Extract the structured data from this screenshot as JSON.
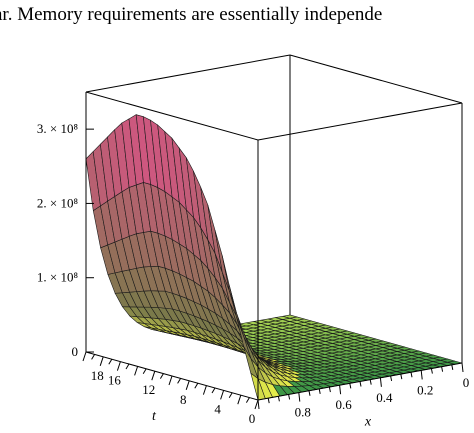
{
  "caption": {
    "text": "ar. Memory requirements are essentially independe"
  },
  "chart_data": {
    "type": "surface3d",
    "title": "",
    "axes": {
      "t": {
        "label": "t",
        "range": [
          0,
          20
        ],
        "ticks": [
          "18",
          "16",
          "12",
          "8",
          "4",
          "0"
        ]
      },
      "x": {
        "label": "x",
        "range": [
          0,
          1
        ],
        "ticks": [
          "0.8",
          "0.6",
          "0.4",
          "0.2",
          "0"
        ]
      },
      "z": {
        "label": "",
        "range": [
          0,
          350000000
        ],
        "ticks": [
          "0",
          "1. × 10⁸",
          "2. × 10⁸",
          "3. × 10⁸"
        ]
      }
    },
    "surface": {
      "description_values": {
        "peak_value": 340000000,
        "peak_at_t": 14,
        "value_at_t20": 260000000,
        "value_at_t0": 0
      },
      "t_samples": [
        0,
        2,
        4,
        6,
        8,
        10,
        12,
        14,
        16,
        18,
        20
      ],
      "max_over_x": [
        0,
        80000000,
        175000000,
        250000000,
        295000000,
        320000000,
        335000000,
        340000000,
        320000000,
        290000000,
        260000000
      ]
    },
    "grid": false,
    "box": true,
    "colors": {
      "low": "#f5ff4a",
      "mid": "#7a7a4a",
      "high": "#e24f8c"
    }
  }
}
